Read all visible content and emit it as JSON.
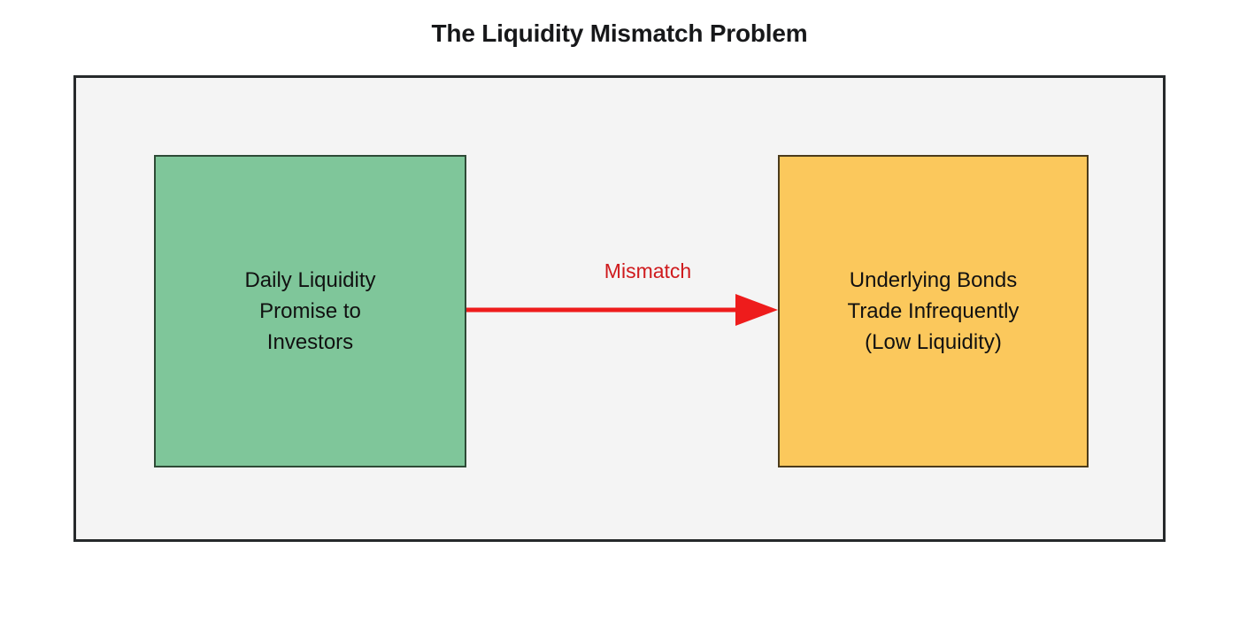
{
  "figure": {
    "title": "The Liquidity Mismatch Problem"
  },
  "diagram": {
    "type": "flow",
    "background_color": "#f4f4f4",
    "border_color": "#26292b",
    "nodes": [
      {
        "id": "liquidity-promise",
        "label": "Daily Liquidity\nPromise to\nInvestors",
        "fill_color": "#7fc69a",
        "border_color": "#2e4a36",
        "shape": "rectangle"
      },
      {
        "id": "underlying-bonds",
        "label": "Underlying Bonds\nTrade Infrequently\n(Low Liquidity)",
        "fill_color": "#fbc85c",
        "border_color": "#4b3b1b",
        "shape": "rectangle"
      }
    ],
    "edges": [
      {
        "id": "mismatch-edge",
        "from": "liquidity-promise",
        "to": "underlying-bonds",
        "label": "Mismatch",
        "color": "#ee1c1c",
        "label_color": "#cf1a1d",
        "arrowhead": "solid-triangle",
        "direction": "left-to-right"
      }
    ]
  }
}
